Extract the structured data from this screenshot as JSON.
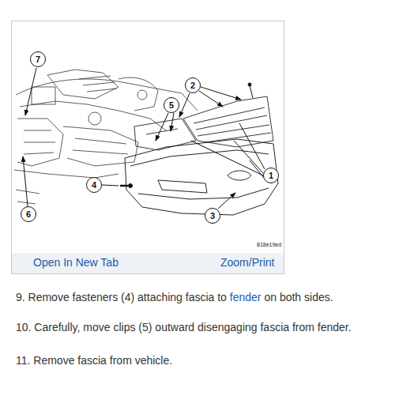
{
  "diagram": {
    "nodes": [
      {
        "text": [
          "7"
        ]
      },
      {
        "text": [
          "2"
        ]
      },
      {
        "text": [
          "5"
        ]
      },
      {
        "text": [
          "1"
        ]
      },
      {
        "text": [
          "4"
        ]
      },
      {
        "text": [
          "6"
        ]
      },
      {
        "text": [
          "3"
        ]
      },
      {
        "text": [
          "Open In New Tab",
          "Zoom/Print"
        ]
      }
    ],
    "labels": [
      "818e19ed",
      "9. Remove fasteners (4) attaching fascia to",
      "fender",
      "on both sides.",
      "10. Carefully, move clips (5) outward disengaging fascia from fender.",
      "11. Remove fascia from vehicle."
    ]
  }
}
